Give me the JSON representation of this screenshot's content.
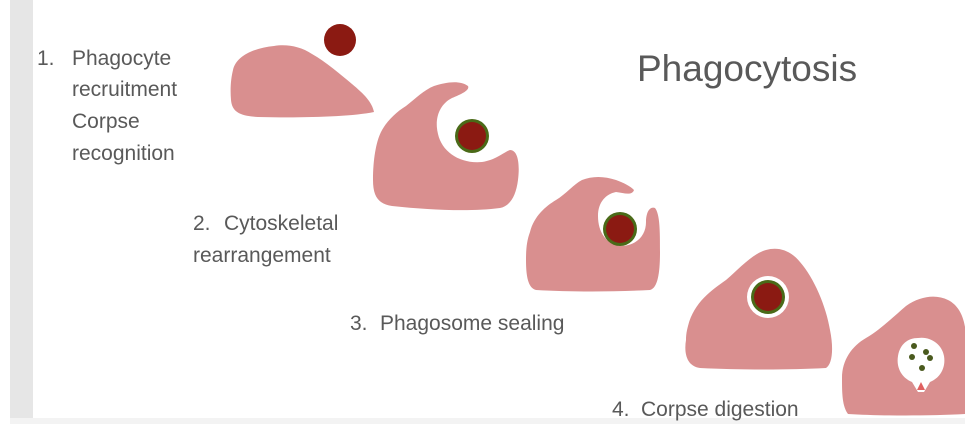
{
  "title": "Phagocytosis",
  "steps": [
    {
      "number": "1.",
      "lines": [
        "Phagocyte",
        "recruitment",
        "Corpse",
        "recognition"
      ]
    },
    {
      "number": "2.",
      "lines": [
        "Cytoskeletal",
        "rearrangement"
      ]
    },
    {
      "number": "3.",
      "lines": [
        "Phagosome sealing"
      ]
    },
    {
      "number": "4.",
      "lines": [
        "Corpse digestion"
      ]
    }
  ],
  "colors": {
    "cell": "#d98f8f",
    "corpse": "#8b1a12",
    "corpse_ring": "#4a6a18",
    "text": "#595959",
    "debris": "#4a5a1e"
  }
}
